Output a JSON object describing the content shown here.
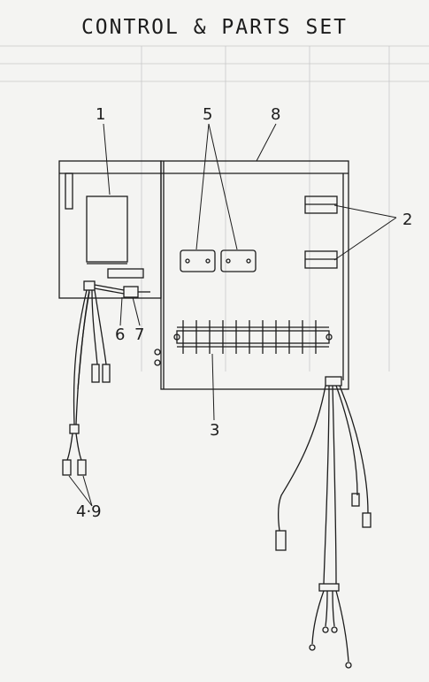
{
  "title": "CONTROL & PARTS SET",
  "callouts": {
    "c1": "1",
    "c5": "5",
    "c8": "8",
    "c2": "2",
    "c6": "6",
    "c7": "7",
    "c3": "3",
    "c49": "4·9"
  }
}
